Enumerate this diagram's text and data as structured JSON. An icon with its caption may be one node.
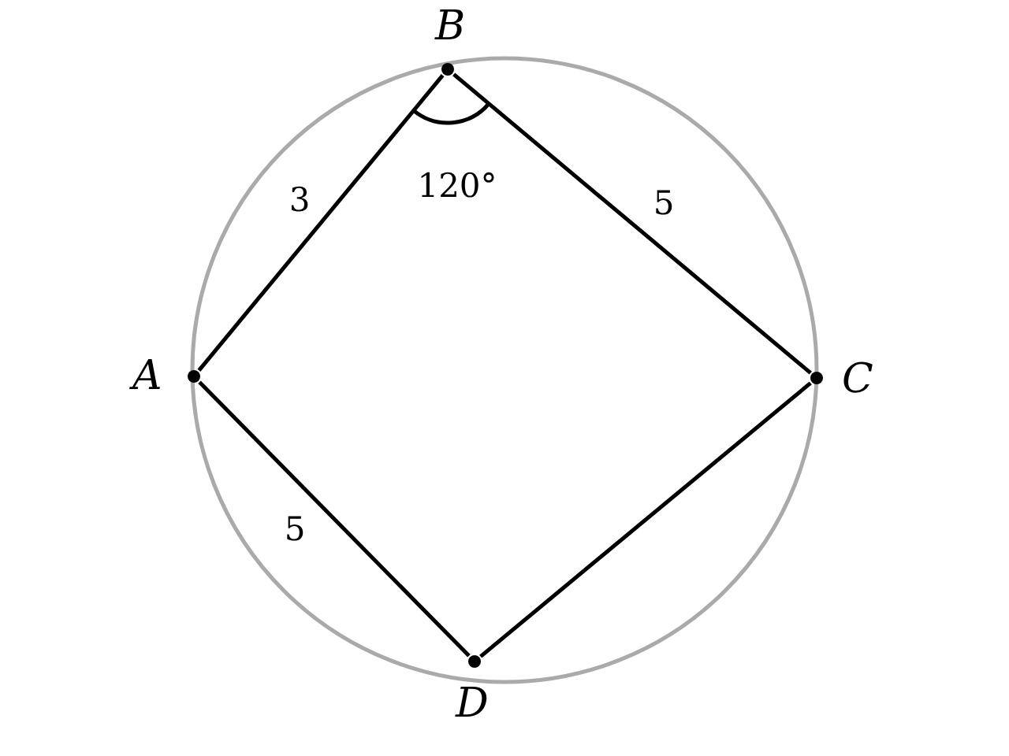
{
  "diagram": {
    "nodes": [
      {
        "text": [
          "B"
        ]
      },
      {
        "text": [
          "A"
        ]
      },
      {
        "text": [
          "C"
        ]
      },
      {
        "text": [
          "D"
        ]
      }
    ],
    "edges": [
      {
        "from": 0,
        "to": 1,
        "arrow": "none",
        "label": "3"
      },
      {
        "from": 0,
        "to": 2,
        "arrow": "none",
        "label": "5"
      },
      {
        "from": 2,
        "to": 3,
        "arrow": "none"
      },
      {
        "from": 1,
        "to": 3,
        "arrow": "none",
        "label": "5"
      }
    ],
    "labels": [
      "120°"
    ]
  }
}
